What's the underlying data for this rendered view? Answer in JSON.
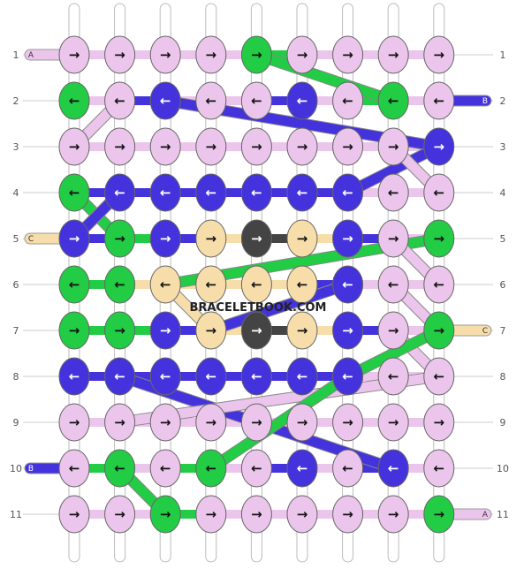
{
  "watermark": "BRACELETBOOK.COM",
  "colors": {
    "A": "#ecc5ec",
    "B": "#4433dd",
    "C": "#f7ddaa",
    "D": "#22cc44",
    "E": "#444444",
    "vertical_strand": "#ffffff"
  },
  "row_labels": [
    "1",
    "2",
    "3",
    "4",
    "5",
    "6",
    "7",
    "8",
    "9",
    "10",
    "11"
  ],
  "left_strands": [
    {
      "row": 1,
      "label": "A",
      "color": "A"
    },
    {
      "row": 5,
      "label": "C",
      "color": "C"
    },
    {
      "row": 10,
      "label": "B",
      "color": "B"
    }
  ],
  "right_strands": [
    {
      "row": 2,
      "label": "B",
      "color": "B"
    },
    {
      "row": 7,
      "label": "C",
      "color": "C"
    },
    {
      "row": 11,
      "label": "A",
      "color": "A"
    }
  ],
  "rows": [
    {
      "dir": "→",
      "knots": [
        "A",
        "A",
        "A",
        "A",
        "D",
        "A",
        "A",
        "A",
        "A"
      ]
    },
    {
      "dir": "←",
      "knots": [
        "D",
        "A",
        "B",
        "A",
        "A",
        "B",
        "A",
        "D",
        "A"
      ]
    },
    {
      "dir": "→",
      "knots": [
        "A",
        "A",
        "A",
        "A",
        "A",
        "A",
        "A",
        "A",
        "B"
      ]
    },
    {
      "dir": "←",
      "knots": [
        "D",
        "B",
        "B",
        "B",
        "B",
        "B",
        "B",
        "A",
        "A"
      ]
    },
    {
      "dir": "→",
      "knots": [
        "B",
        "D",
        "B",
        "C",
        "E",
        "C",
        "B",
        "A",
        "D"
      ]
    },
    {
      "dir": "←",
      "knots": [
        "D",
        "D",
        "C",
        "C",
        "C",
        "C",
        "B",
        "A",
        "A"
      ]
    },
    {
      "dir": "→",
      "knots": [
        "D",
        "D",
        "B",
        "C",
        "E",
        "C",
        "B",
        "A",
        "D"
      ]
    },
    {
      "dir": "←",
      "knots": [
        "B",
        "B",
        "B",
        "B",
        "B",
        "B",
        "B",
        "A",
        "A"
      ]
    },
    {
      "dir": "→",
      "knots": [
        "A",
        "A",
        "A",
        "A",
        "A",
        "A",
        "A",
        "A",
        "A"
      ]
    },
    {
      "dir": "←",
      "knots": [
        "A",
        "D",
        "A",
        "D",
        "A",
        "B",
        "A",
        "B",
        "A"
      ]
    },
    {
      "dir": "→",
      "knots": [
        "A",
        "A",
        "D",
        "A",
        "A",
        "A",
        "A",
        "A",
        "D"
      ]
    }
  ],
  "diagonal_strands": [
    {
      "color": "D",
      "points": [
        [
          4,
          0
        ],
        [
          7,
          1
        ]
      ]
    },
    {
      "color": "B",
      "points": [
        [
          2,
          1
        ],
        [
          8,
          2
        ]
      ]
    },
    {
      "color": "A",
      "points": [
        [
          1,
          1
        ],
        [
          0,
          2
        ]
      ]
    },
    {
      "color": "B",
      "points": [
        [
          8,
          2
        ],
        [
          6,
          3
        ]
      ]
    },
    {
      "color": "A",
      "points": [
        [
          7,
          2
        ],
        [
          8,
          3
        ]
      ]
    },
    {
      "color": "D",
      "points": [
        [
          0,
          3
        ],
        [
          1,
          4
        ]
      ]
    },
    {
      "color": "B",
      "points": [
        [
          1,
          3
        ],
        [
          0,
          4
        ]
      ]
    },
    {
      "color": "D",
      "points": [
        [
          8,
          4
        ],
        [
          2,
          5
        ]
      ]
    },
    {
      "color": "A",
      "points": [
        [
          7,
          4
        ],
        [
          8,
          5
        ]
      ]
    },
    {
      "color": "A",
      "points": [
        [
          7,
          5
        ],
        [
          8,
          6
        ]
      ]
    },
    {
      "color": "B",
      "points": [
        [
          6,
          5
        ],
        [
          3,
          6
        ]
      ]
    },
    {
      "color": "C",
      "points": [
        [
          2,
          5
        ],
        [
          3,
          6
        ]
      ]
    },
    {
      "color": "A",
      "points": [
        [
          7,
          6
        ],
        [
          8,
          7
        ]
      ]
    },
    {
      "color": "D",
      "points": [
        [
          8,
          6
        ],
        [
          6,
          7
        ]
      ]
    },
    {
      "color": "B",
      "points": [
        [
          1,
          7
        ],
        [
          7,
          9
        ]
      ]
    },
    {
      "color": "A",
      "points": [
        [
          8,
          7
        ],
        [
          1,
          8
        ]
      ]
    },
    {
      "color": "D",
      "points": [
        [
          6,
          7
        ],
        [
          3,
          9
        ]
      ]
    },
    {
      "color": "D",
      "points": [
        [
          1,
          9
        ],
        [
          2,
          10
        ]
      ]
    }
  ]
}
